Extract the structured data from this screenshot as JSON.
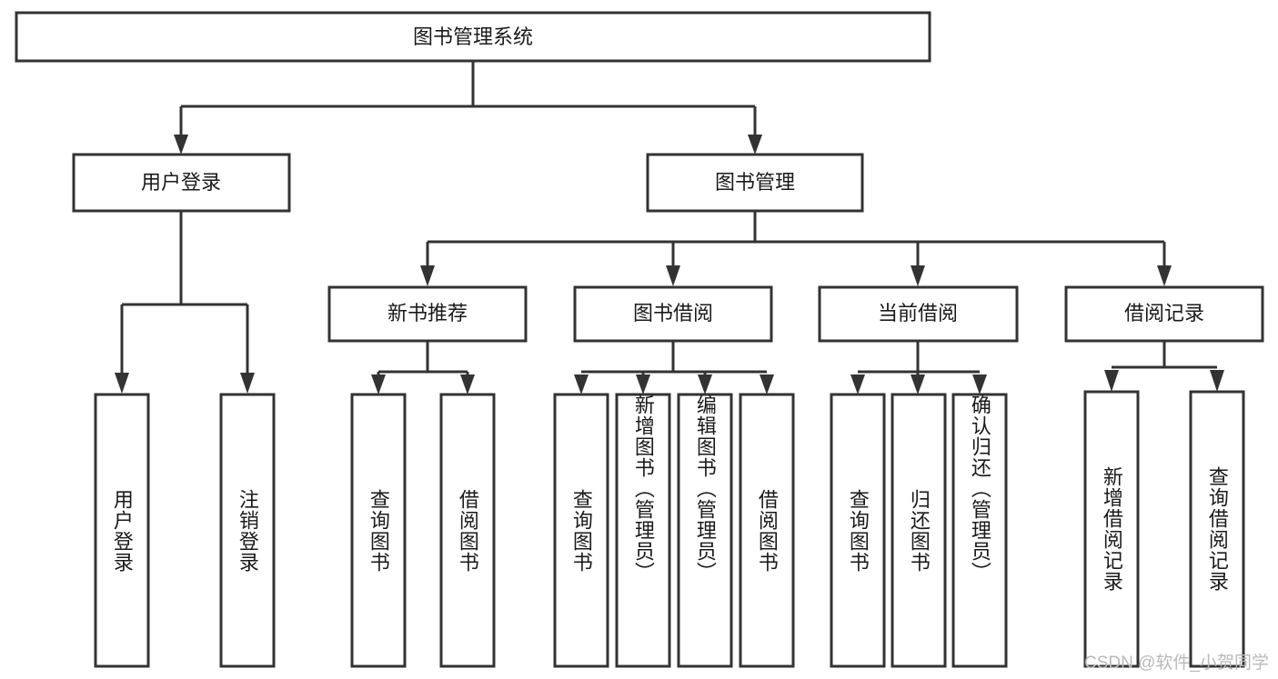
{
  "diagram": {
    "type": "tree",
    "title": "图书管理系统",
    "orientation": "top-down",
    "colors": {
      "box_stroke": "#333333",
      "box_fill": "#ffffff",
      "text": "#1a1a1a",
      "watermark": "#b9b9b9",
      "background": "#ffffff"
    },
    "root": {
      "label": "图书管理系统"
    },
    "level2": [
      {
        "label": "用户登录"
      },
      {
        "label": "图书管理"
      }
    ],
    "level3": [
      {
        "label": "新书推荐"
      },
      {
        "label": "图书借阅"
      },
      {
        "label": "当前借阅"
      },
      {
        "label": "借阅记录"
      }
    ],
    "leaves": {
      "user_login": [
        {
          "label": "用户登录"
        },
        {
          "label": "注销登录"
        }
      ],
      "new_book": [
        {
          "label": "查询图书"
        },
        {
          "label": "借阅图书"
        }
      ],
      "book_borrow": [
        {
          "label": "查询图书"
        },
        {
          "label": "新增图书（管理员）"
        },
        {
          "label": "编辑图书（管理员）"
        },
        {
          "label": "借阅图书"
        }
      ],
      "current_borrow": [
        {
          "label": "查询图书"
        },
        {
          "label": "归还图书"
        },
        {
          "label": "确认归还（管理员）"
        }
      ],
      "borrow_record": [
        {
          "label": "新增借阅记录"
        },
        {
          "label": "查询借阅记录"
        }
      ]
    },
    "edges": [
      {
        "from": "图书管理系统",
        "to": "用户登录"
      },
      {
        "from": "图书管理系统",
        "to": "图书管理"
      },
      {
        "from": "图书管理",
        "to": "新书推荐"
      },
      {
        "from": "图书管理",
        "to": "图书借阅"
      },
      {
        "from": "图书管理",
        "to": "当前借阅"
      },
      {
        "from": "图书管理",
        "to": "借阅记录"
      },
      {
        "from": "用户登录",
        "to": "用户登录"
      },
      {
        "from": "用户登录",
        "to": "注销登录"
      },
      {
        "from": "新书推荐",
        "to": "查询图书"
      },
      {
        "from": "新书推荐",
        "to": "借阅图书"
      },
      {
        "from": "图书借阅",
        "to": "查询图书"
      },
      {
        "from": "图书借阅",
        "to": "新增图书（管理员）"
      },
      {
        "from": "图书借阅",
        "to": "编辑图书（管理员）"
      },
      {
        "from": "图书借阅",
        "to": "借阅图书"
      },
      {
        "from": "当前借阅",
        "to": "查询图书"
      },
      {
        "from": "当前借阅",
        "to": "归还图书"
      },
      {
        "from": "当前借阅",
        "to": "确认归还（管理员）"
      },
      {
        "from": "借阅记录",
        "to": "新增借阅记录"
      },
      {
        "from": "借阅记录",
        "to": "查询借阅记录"
      }
    ]
  },
  "watermark": {
    "text": "CSDN @软件_小贺同学"
  }
}
